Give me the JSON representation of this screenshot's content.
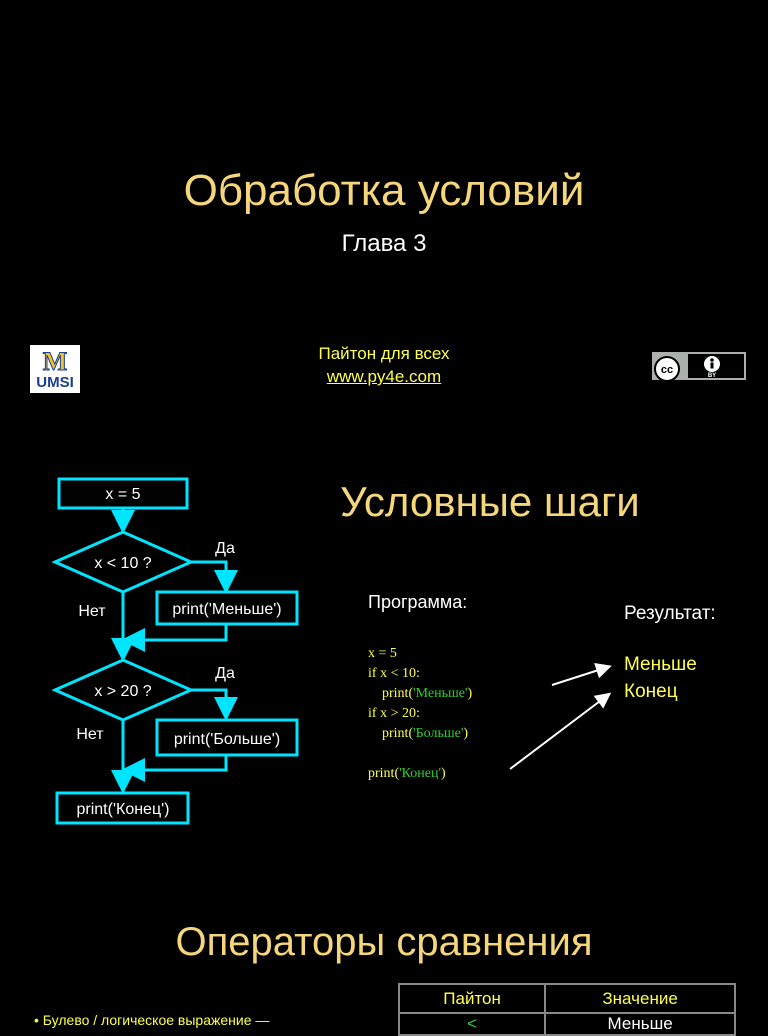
{
  "slide1": {
    "title": "Обработка условий",
    "subtitle": "Глава 3",
    "course": "Пайтон для всех",
    "link": "www.py4e.com",
    "logo_text": "UMSI",
    "logo_letter": "M",
    "license_badge": {
      "cc": "cc",
      "by": "BY"
    }
  },
  "slide2": {
    "title": "Условные шаги",
    "program_label": "Программа:",
    "result_label": "Результат:",
    "results": [
      "Меньше",
      "Конец"
    ],
    "flowchart": {
      "start": "x = 5",
      "cond1": "x < 10 ?",
      "action1": "print('Меньше')",
      "cond2": "x > 20 ?",
      "action2": "print('Больше')",
      "end": "print('Конец')",
      "yes": "Да",
      "no": "Нет"
    },
    "code": {
      "l1": "x = 5",
      "l2_kw": "if ",
      "l2_rest": "x < 10:",
      "l3_pre": "    print(",
      "l3_str": "'Меньше'",
      "l3_post": ")",
      "l4_kw": "if ",
      "l4_rest": "x > 20:",
      "l5_pre": "    print(",
      "l5_str": "'Больше'",
      "l5_post": ")",
      "l7_pre": "print(",
      "l7_str": "'Конец'",
      "l7_post": ")"
    },
    "colors": {
      "flow": "#00e5ff",
      "arrow": "#ffffff"
    }
  },
  "slide3": {
    "title": "Операторы сравнения",
    "bullet": "Булево / логическое выражение —",
    "table_headers": [
      "Пайтон",
      "Значение"
    ],
    "table_row_partial": [
      "<",
      "Меньше"
    ]
  }
}
